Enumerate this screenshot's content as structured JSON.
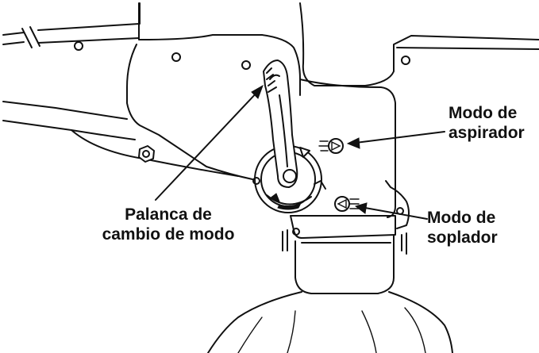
{
  "labels": {
    "vacuum_mode": [
      "Modo de",
      "aspirador"
    ],
    "blower_mode": [
      "Modo de",
      "soplador"
    ],
    "mode_lever": [
      "Palanca de",
      "cambio de modo"
    ]
  },
  "icons": {
    "vacuum_symbol": "vacuum-mode-icon",
    "blower_symbol": "blower-mode-icon"
  }
}
